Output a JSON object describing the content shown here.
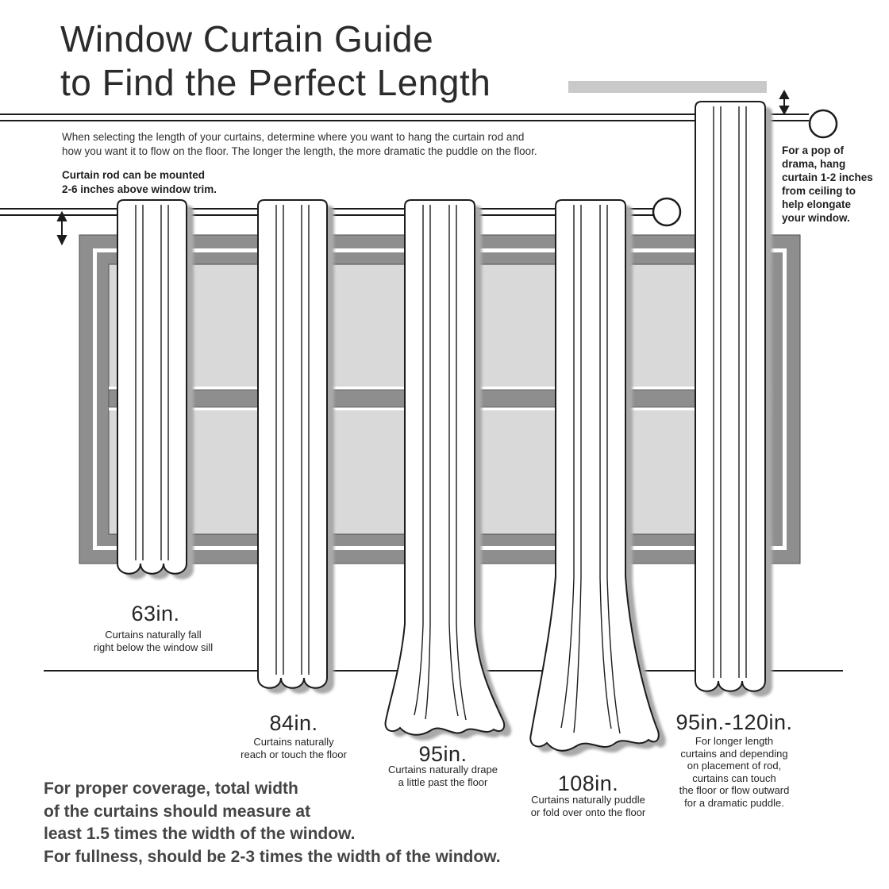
{
  "title": {
    "line1": "Window Curtain Guide",
    "line2": "to Find the Perfect Length"
  },
  "intro": {
    "line1": "When selecting the length of your curtains, determine where you want to hang the curtain rod and",
    "line2": "how you want it to flow on the floor. The longer the length, the more dramatic the puddle on the floor."
  },
  "rod_note": {
    "line1": "Curtain rod can be mounted",
    "line2": "2-6 inches above window trim."
  },
  "ceiling_note": "For a pop of\ndrama, hang\ncurtain 1-2 inches\nfrom ceiling to\nhelp elongate\nyour window.",
  "curtains": [
    {
      "length": "63in.",
      "caption": "Curtains naturally fall\nright below the window sill"
    },
    {
      "length": "84in.",
      "caption": "Curtains naturally\nreach or touch the floor"
    },
    {
      "length": "95in.",
      "caption": "Curtains naturally drape\na little past the floor"
    },
    {
      "length": "108in.",
      "caption": "Curtains naturally puddle\nor fold over onto the floor"
    },
    {
      "length": "95in.-120in.",
      "caption": "For longer length\ncurtains and depending\non placement of rod,\ncurtains can touch\nthe floor or flow outward\nfor a dramatic puddle."
    }
  ],
  "footer": {
    "line1": "For proper coverage, total width",
    "line2": "of the curtains should measure at",
    "line3": "least 1.5 times the width of the window.",
    "line4": "For fullness, should be 2-3 times the width of the window."
  },
  "colors": {
    "ink": "#1c1c1c",
    "frame": "#8e8e8e",
    "pane": "#d9d9d9",
    "shadow": "#a9a9a9",
    "bar": "#c9c9c9",
    "footer_text": "#454545"
  }
}
